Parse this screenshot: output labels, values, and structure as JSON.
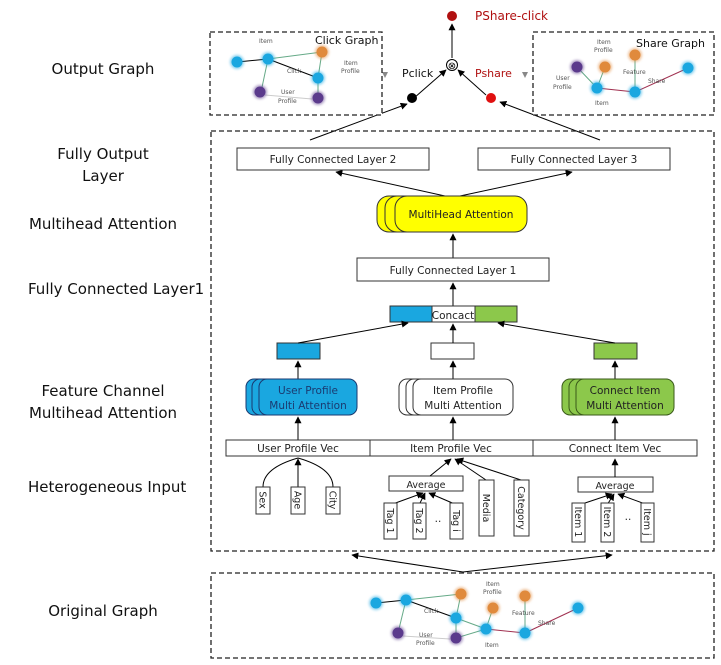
{
  "side_labels": {
    "output_graph": "Output Graph",
    "fully_output_layer_line1": "Fully Output",
    "fully_output_layer_line2": "Layer",
    "multihead_attention": "Multihead Attention",
    "fully_connected_layer1": "Fully Connected Layer1",
    "feature_channel_line1": "Feature Channel",
    "feature_channel_line2": "Multihead Attention",
    "heterogeneous_input": "Heterogeneous Input",
    "original_graph": "Original Graph"
  },
  "output": {
    "pshare_click": "PShare-click",
    "pclick": "Pclick",
    "pshare": "Pshare",
    "combine_symbol": "⊗"
  },
  "click_graph": {
    "title": "Click Graph",
    "labels": {
      "item": "Item",
      "click": "Click",
      "item_profile_1": "Item",
      "item_profile_2": "Profile",
      "user_profile_1": "User",
      "user_profile_2": "Profile"
    }
  },
  "share_graph": {
    "title": "Share Graph",
    "labels": {
      "item_profile_1": "Item",
      "item_profile_2": "Profile",
      "user_profile_1": "User",
      "user_profile_2": "Profile",
      "feature": "Feature",
      "share": "Share",
      "item": "Item"
    }
  },
  "layers": {
    "fc2": "Fully Connected Layer 2",
    "fc3": "Fully Connected Layer 3",
    "multihead": "MultiHead Attention",
    "fc1": "Fully Connected Layer 1",
    "concact": "Concact"
  },
  "channels": {
    "user": {
      "line1": "User Profile",
      "line2": "Multi Attention",
      "vec": "User Profile Vec",
      "color": "#1aa7e0"
    },
    "item": {
      "line1": "Item Profile",
      "line2": "Multi Attention",
      "vec": "Item Profile Vec",
      "color": "#ffffff"
    },
    "connect": {
      "line1": "Connect Item",
      "line2": "Multi Attention",
      "vec": "Connect Item Vec",
      "color": "#8cc84b"
    }
  },
  "inputs": {
    "user": [
      "Sex",
      "Age",
      "City"
    ],
    "item_tags": [
      "Tag 1",
      "Tag 2",
      "Tag i"
    ],
    "item_other": [
      "Media",
      "Category"
    ],
    "item_average": "Average",
    "connect_items": [
      "Item 1",
      "Item 2",
      "Item j"
    ],
    "connect_average": "Average",
    "ellipsis": ".."
  },
  "original_graph": {
    "labels": {
      "item_profile_1": "Item",
      "item_profile_2": "Profile",
      "click": "Click",
      "feature": "Feature",
      "share": "Share",
      "user_profile_1": "User",
      "user_profile_2": "Profile",
      "item": "Item"
    }
  },
  "colors": {
    "yellow": "#ffff00",
    "blue_node": "#1aa7e0",
    "orange_node": "#e08a3c",
    "purple_node": "#5b3a8c",
    "red": "#e01010",
    "dark_red": "#b01010",
    "green": "#8cc84b"
  }
}
